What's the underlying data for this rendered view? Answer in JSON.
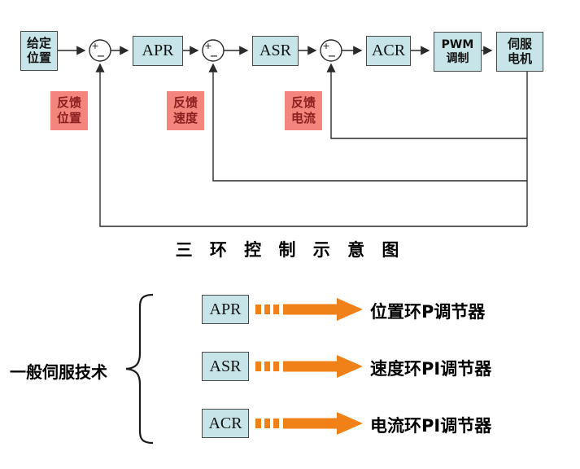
{
  "title": "三 环 控 制 示 意 图",
  "colors": {
    "block_fill": "#c7e5e8",
    "block_border": "#4a4a4a",
    "feedback_fill": "#f4857c",
    "feedback_text": "#8b2020",
    "line": "#2a2a2a",
    "legend_arrow": "#f08119",
    "text": "#000000"
  },
  "flow": {
    "given_position": "给定\n位置",
    "apr": "APR",
    "asr": "ASR",
    "acr": "ACR",
    "pwm": "PWM\n调制",
    "servo": "伺服\n电机",
    "sum_plus": "+",
    "sum_minus": "−",
    "fb_position": "反馈\n位置",
    "fb_speed": "反馈\n速度",
    "fb_current": "反馈\n电流"
  },
  "legend": {
    "intro": "一般伺服技术",
    "items": [
      {
        "abbr": "APR",
        "desc": "位置环P调节器"
      },
      {
        "abbr": "ASR",
        "desc": "速度环PI调节器"
      },
      {
        "abbr": "ACR",
        "desc": "电流环PI调节器"
      }
    ]
  }
}
